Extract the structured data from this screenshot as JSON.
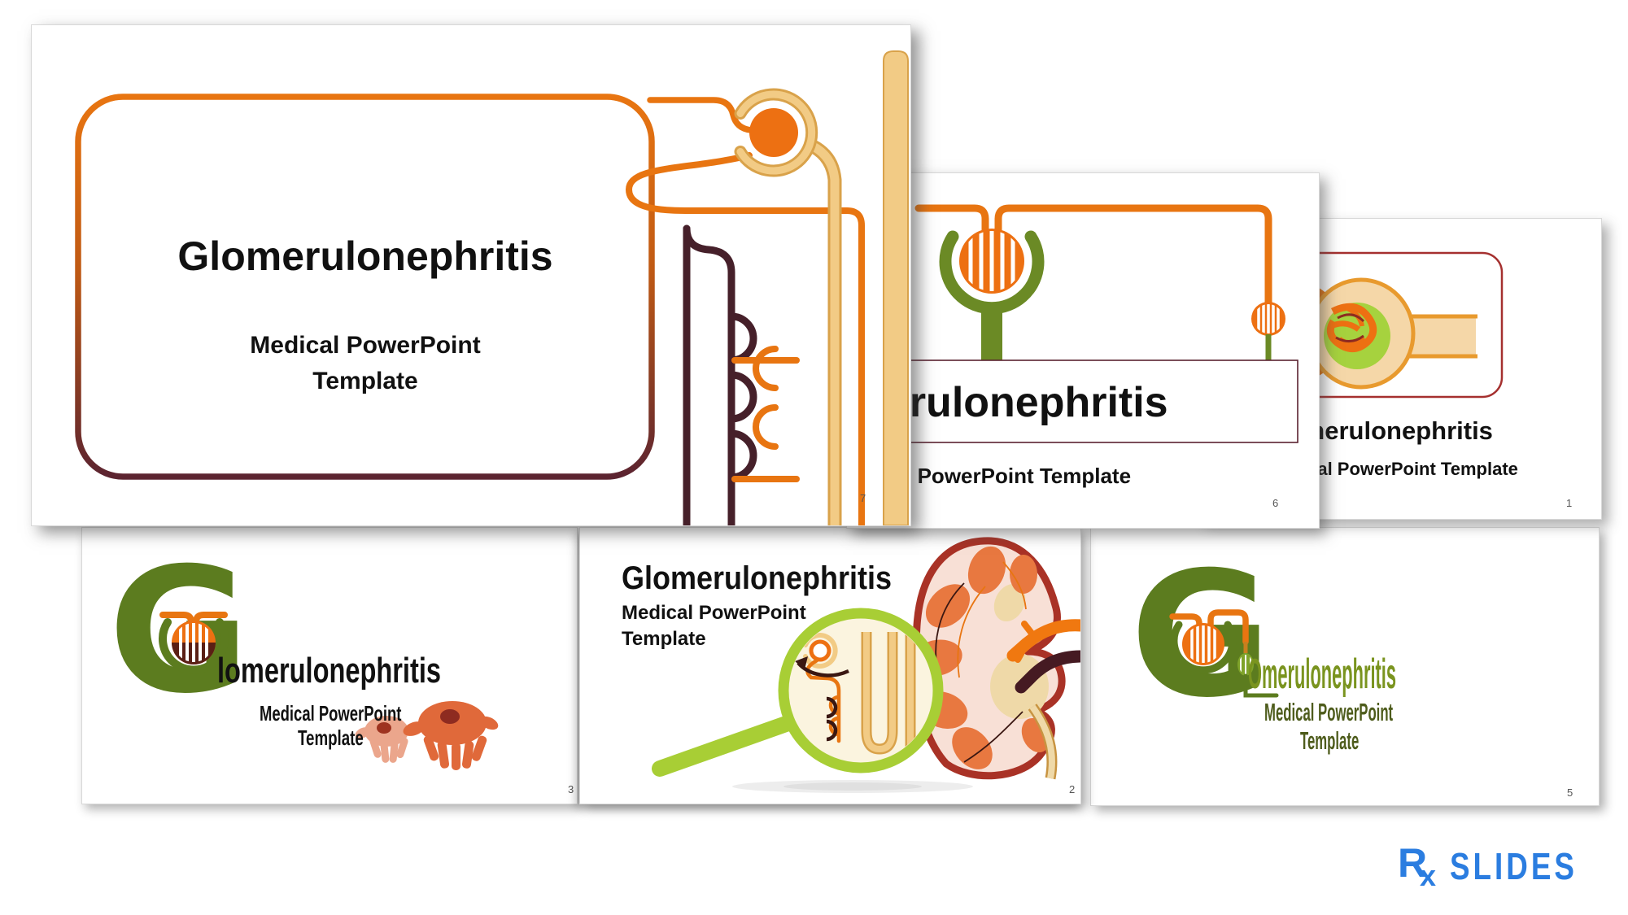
{
  "colors": {
    "accent_orange": "#ED7012",
    "tube_tan": "#F2CB85",
    "tan_outline": "#D9A24A",
    "dark_maroon": "#46202A",
    "olive_green": "#5C7C1F",
    "cup_green": "#6B8A25",
    "lime_green": "#A8CE35",
    "kidney_red": "#A93226",
    "lobe_orange": "#E87840",
    "cell_orange": "#E0693A",
    "cell_pink": "#EBA68C",
    "logo_blue": "#2B7DE0"
  },
  "slides": {
    "slide7": {
      "title": "Glomerulonephritis",
      "subtitle_line1": "Medical PowerPoint",
      "subtitle_line2": "Template",
      "page_number": "7",
      "illustration": "nephron-tubule-diagram"
    },
    "slide6": {
      "title": "Glomerulonephritis",
      "subtitle": "Medical PowerPoint Template",
      "page_number": "6",
      "illustration": "glomerulus-cup-diagram"
    },
    "slide1": {
      "title": "Glomerulonephritis",
      "subtitle": "Medical PowerPoint Template",
      "page_number": "1",
      "illustration": "glomerulus-capsule-cross-section"
    },
    "slide3": {
      "initial": "G",
      "title_rest": "lomerulonephritis",
      "subtitle_line1": "Medical PowerPoint",
      "subtitle_line2": "Template",
      "page_number": "3",
      "illustration": "g-logo-with-podocyte-cells"
    },
    "slide2": {
      "title": "Glomerulonephritis",
      "subtitle_line1": "Medical PowerPoint",
      "subtitle_line2": "Template",
      "page_number": "2",
      "illustration": "kidney-with-magnifier-nephron"
    },
    "slide5": {
      "initial": "G",
      "title_rest": "Omerulonephritis",
      "subtitle_line1": "Medical PowerPoint",
      "subtitle_line2": "Template",
      "page_number": "5",
      "illustration": "g-logo-green-text"
    }
  },
  "logo": {
    "prefix": "R",
    "subscript": "x",
    "name": "SLIDES"
  }
}
